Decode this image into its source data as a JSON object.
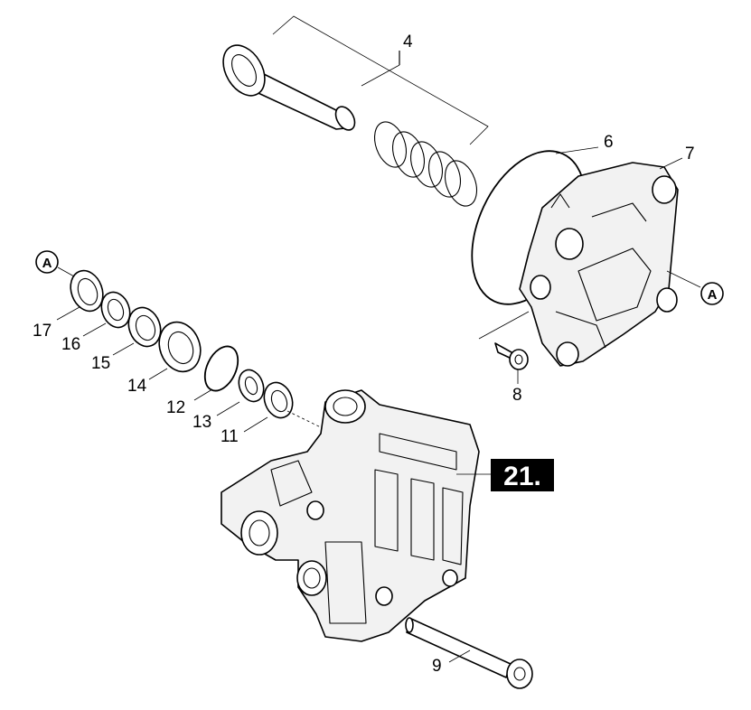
{
  "diagram": {
    "group_badge": "21.",
    "part_labels": [
      "4",
      "6",
      "7",
      "8",
      "9",
      "11",
      "12",
      "13",
      "14",
      "15",
      "16",
      "17"
    ],
    "reference_markers": [
      "A",
      "A"
    ]
  }
}
